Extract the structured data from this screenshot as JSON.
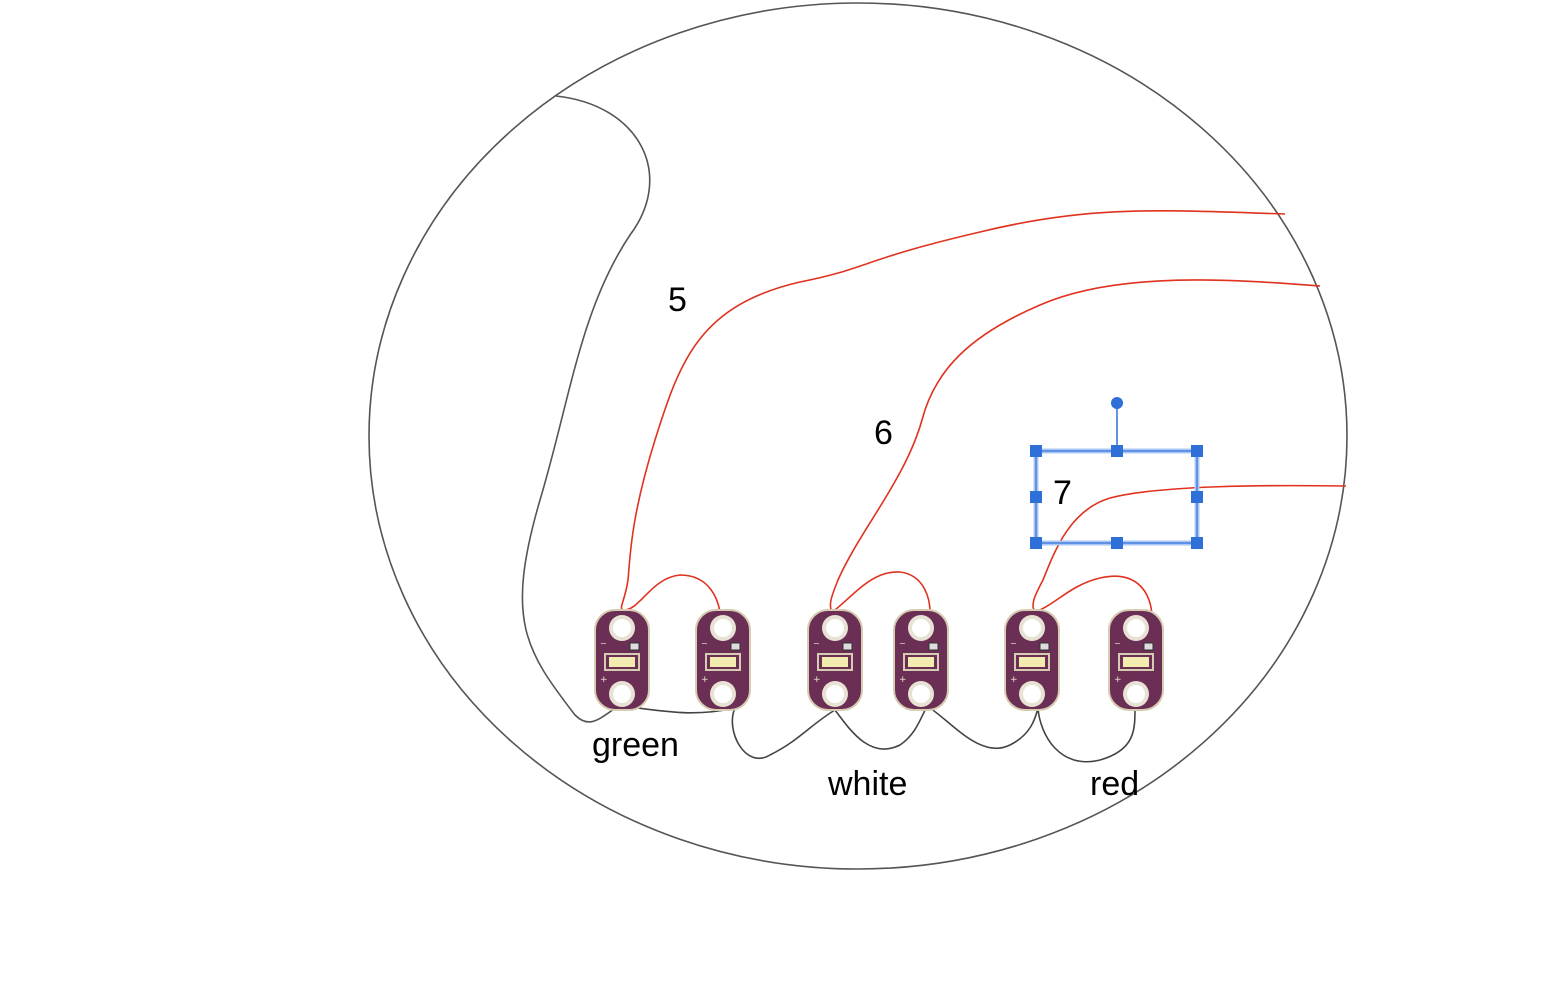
{
  "labels": {
    "wire_5": "5",
    "wire_6": "6",
    "wire_7": "7",
    "group_green": "green",
    "group_white": "white",
    "group_red": "red"
  },
  "colors": {
    "outline": "#555555",
    "conductive_thread_positive": "#e0321f",
    "conductive_thread_negative": "#444444",
    "led_board": "#6b2f55",
    "led_board_edge": "#c9bfa5",
    "led_lens": "#f2ecb0",
    "selection": "#2f6fd8",
    "selection_fill": "#a9c6f4"
  },
  "components": {
    "led_count": 6,
    "led_icon": "lilypad-led-icon"
  }
}
